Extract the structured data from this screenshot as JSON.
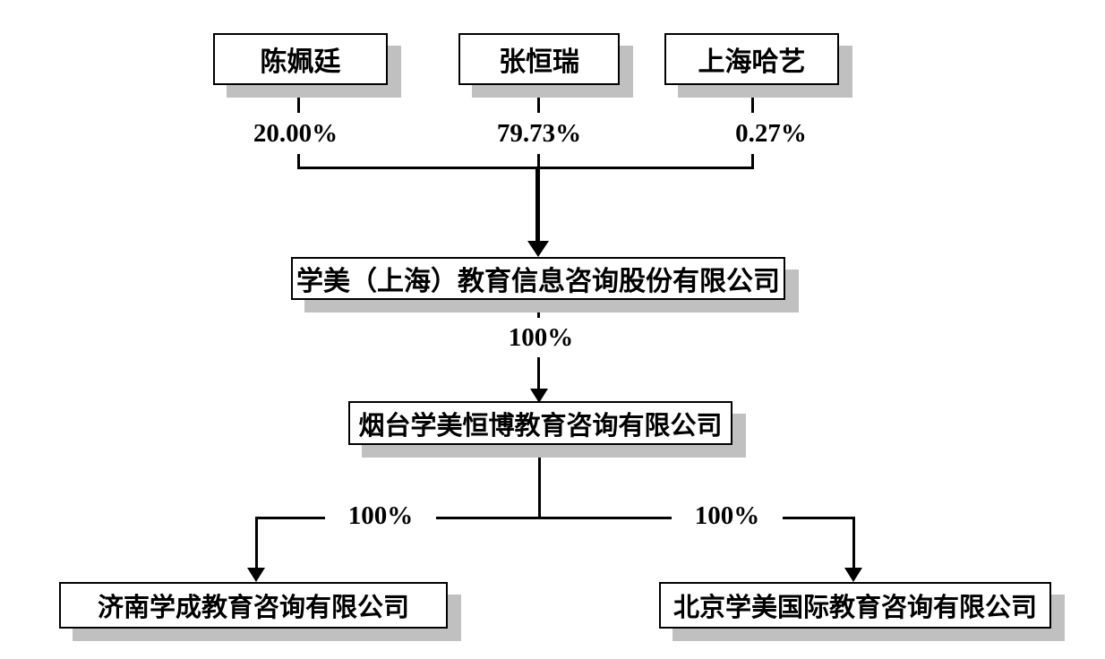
{
  "shareholders": [
    {
      "name": "陈姵廷",
      "percent": "20.00%"
    },
    {
      "name": "张恒瑞",
      "percent": "79.73%"
    },
    {
      "name": "上海哈艺",
      "percent": "0.27%"
    }
  ],
  "company": {
    "name": "学美（上海）教育信息咨询股份有限公司"
  },
  "subsidiary": {
    "name": "烟台学美恒博教育咨询有限公司",
    "ownership_percent": "100%"
  },
  "branches": [
    {
      "percent": "100%",
      "name": "济南学成教育咨询有限公司"
    },
    {
      "percent": "100%",
      "name": "北京学美国际教育咨询有限公司"
    }
  ],
  "colors": {
    "line": "#000000",
    "box_border": "#000000",
    "box_background": "#ffffff",
    "shadow": "#c0c0c0",
    "page_background": "#ffffff"
  }
}
